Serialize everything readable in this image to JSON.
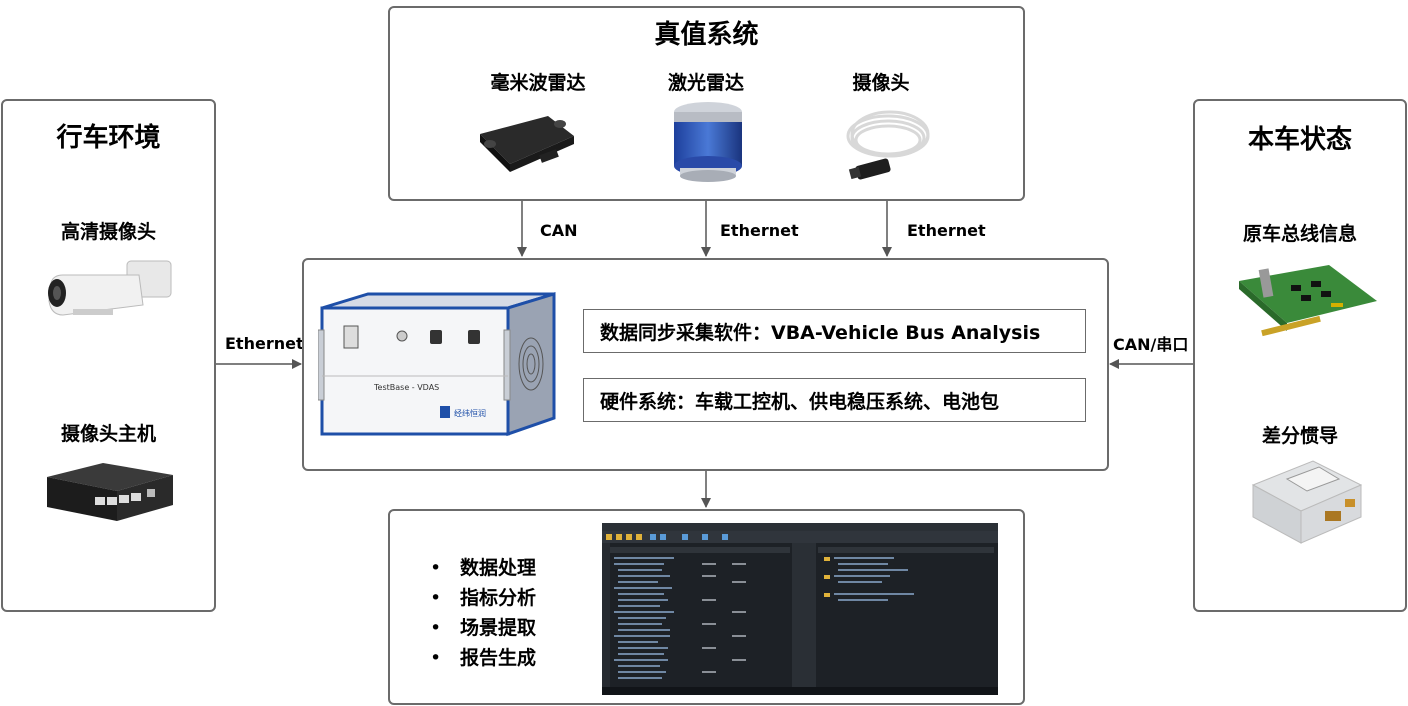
{
  "panels": {
    "driving_env": {
      "title": "行车环境",
      "items": [
        "高清摄像头",
        "摄像头主机"
      ]
    },
    "ground_truth": {
      "title": "真值系统",
      "items": [
        "毫米波雷达",
        "激光雷达",
        "摄像头"
      ]
    },
    "vehicle_state": {
      "title": "本车状态",
      "items": [
        "原车总线信息",
        "差分惯导"
      ]
    },
    "center": {
      "software": "数据同步采集软件：VBA-Vehicle Bus Analysis",
      "hardware": "硬件系统：车载工控机、供电稳压系统、电池包",
      "device_label": "TestBase - VDAS",
      "device_brand": "经纬恒润"
    },
    "output": {
      "tasks": [
        "数据处理",
        "指标分析",
        "场景提取",
        "报告生成"
      ]
    }
  },
  "connections": {
    "radar_to_center": "CAN",
    "lidar_to_center": "Ethernet",
    "camera_to_center": "Ethernet",
    "env_to_center": "Ethernet",
    "state_to_center": "CAN/串口"
  },
  "colors": {
    "border": "#6b6b6b",
    "device_blue": "#1e4fa8",
    "screen_bg": "#1d2126"
  }
}
